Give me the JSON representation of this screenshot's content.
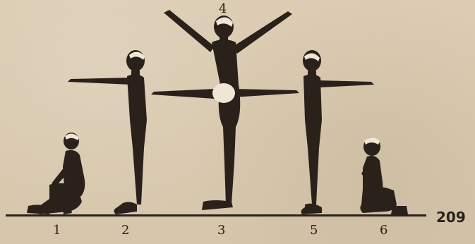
{
  "illustration": {
    "figure_labels": [
      "1",
      "2",
      "3",
      "4",
      "5",
      "6"
    ],
    "page_number": "209",
    "ink_color": "#2a211b",
    "paper_color": "#d9c9b0"
  }
}
